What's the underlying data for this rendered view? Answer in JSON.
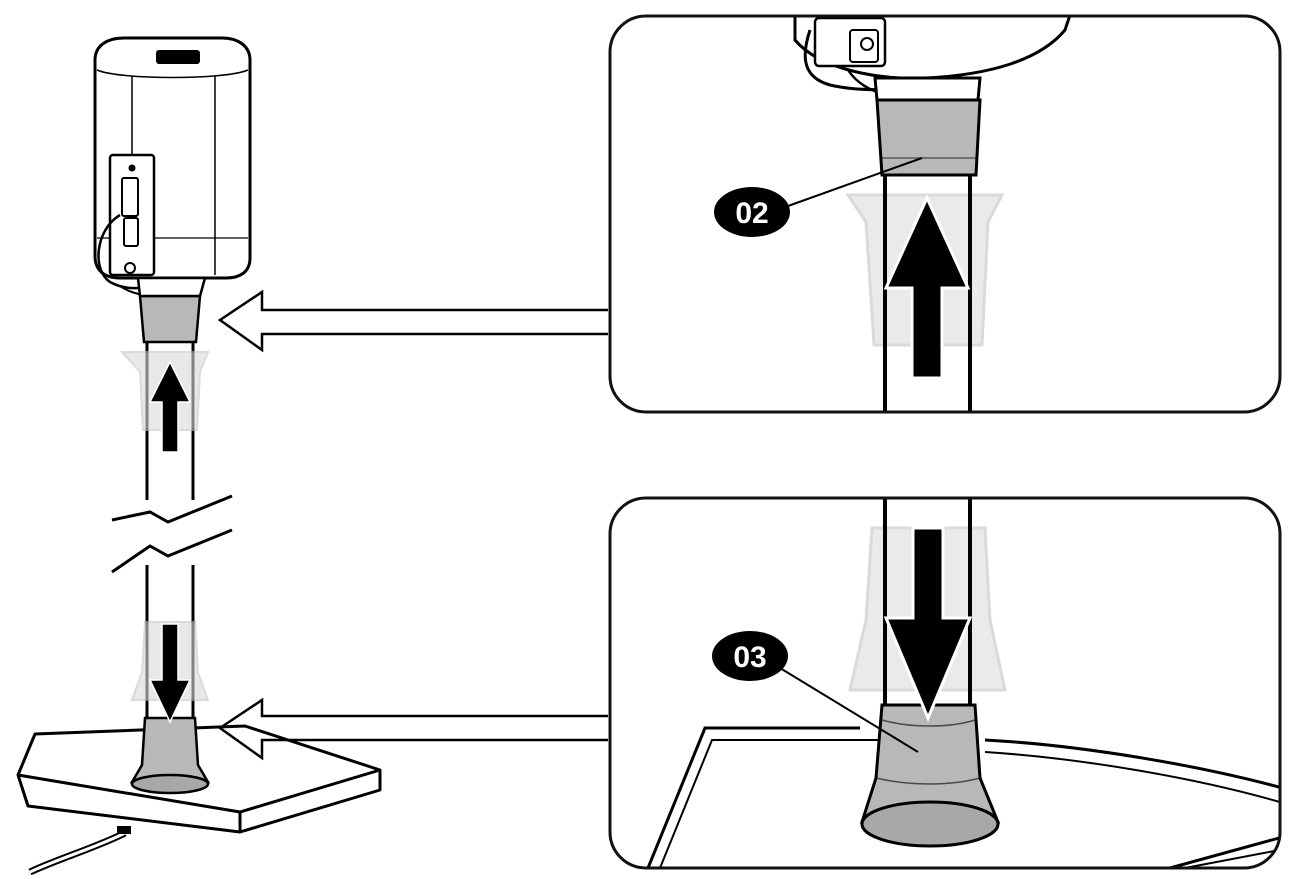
{
  "callouts": [
    {
      "id": "02",
      "label": "02"
    },
    {
      "id": "03",
      "label": "03"
    }
  ],
  "colors": {
    "outline": "#000000",
    "panel_border": "#111111",
    "sleeve_fill": "#b8b8b8",
    "ghost_sleeve_fill": "#d9d9d9",
    "ghost_sleeve_stroke": "#c4c4c4",
    "arrow_fill": "#000000",
    "speaker_fill": "#ffffff",
    "callout_fill": "#000000",
    "callout_text": "#ffffff"
  },
  "icons": {
    "main_figure": "speaker-on-floor-stand",
    "upper_detail": "top-sleeve-slide-up",
    "lower_detail": "bottom-sleeve-slide-down",
    "pointer_arrows": "hollow-left-arrow"
  }
}
